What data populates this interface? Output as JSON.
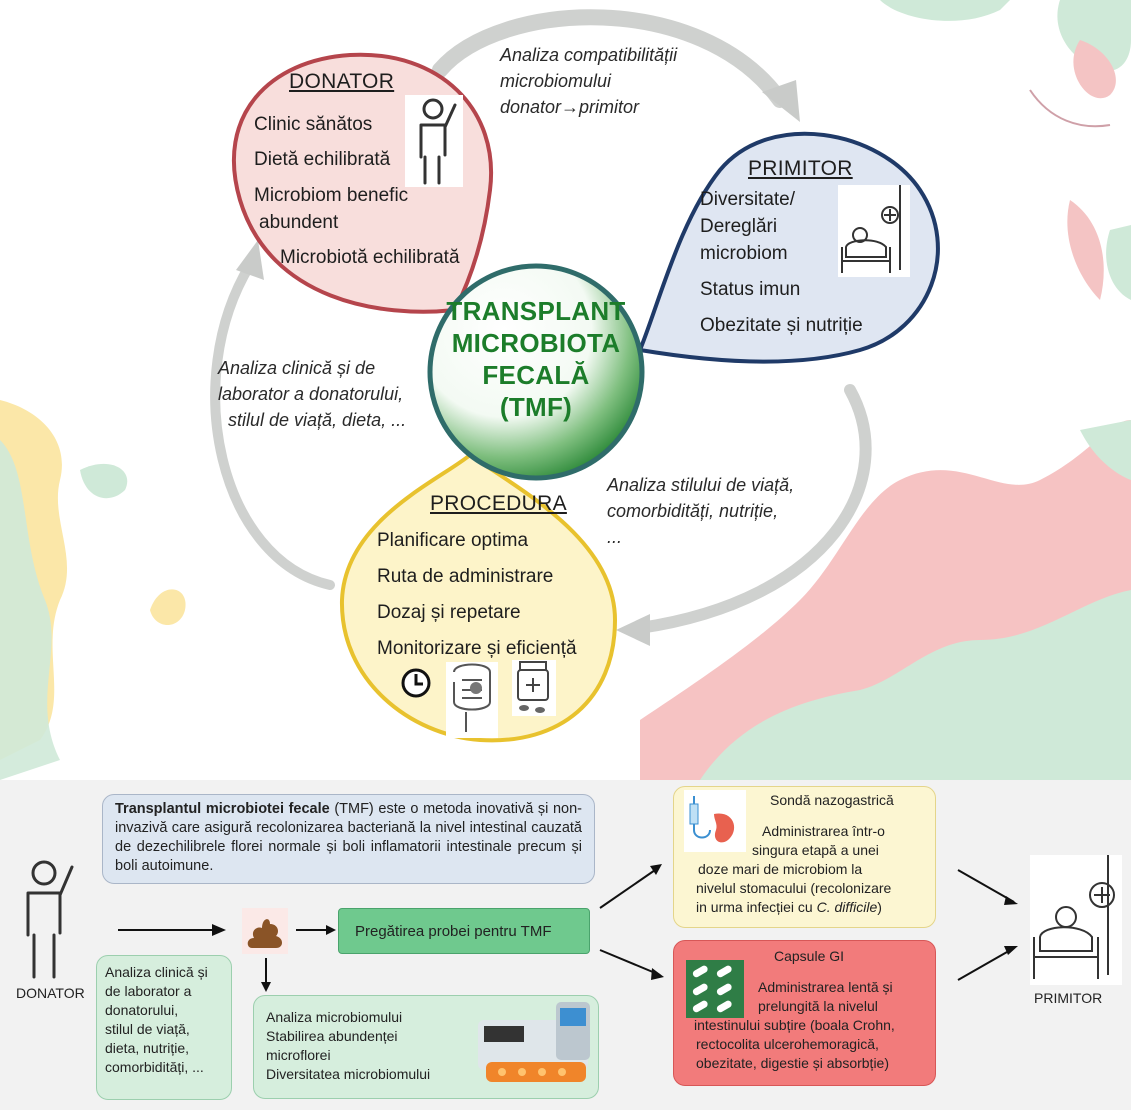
{
  "colors": {
    "donor": "#b5454c",
    "recipient": "#1f3a68",
    "procedure": "#e8c22e",
    "center_ring": "#2f6c6a",
    "center_text": "#1c7d2a",
    "deco_green": "#cfe9d8",
    "deco_pink": "#f6c3c3",
    "deco_yellow": "#fbe7a8"
  },
  "top": {
    "donor": {
      "title": "DONATOR",
      "items": [
        "Clinic sănătos",
        "Dietă echilibrată",
        "Microbiom benefic",
        "abundent",
        "Microbiotă echilibrată"
      ],
      "icon": "person-icon"
    },
    "recipient": {
      "title": "PRIMITOR",
      "items": [
        "Diversitate/",
        "Dereglări",
        "microbiom",
        "Status imun",
        "Obezitate și nutriție"
      ],
      "icon": "hospital-bed-icon"
    },
    "procedure": {
      "title": "PROCEDURA",
      "items": [
        "Planificare optima",
        "Ruta de administrare",
        "Dozaj și repetare",
        "Monitorizare și eficiență"
      ],
      "icons": [
        "clock-icon",
        "intestine-icon",
        "pill-bottle-icon"
      ]
    },
    "center": {
      "lines": [
        "TRANSPLANT",
        "MICROBIOTA",
        "FECALĂ",
        "(TMF)"
      ]
    },
    "notes": {
      "compat": [
        "Analiza compatibilității",
        "microbiomului",
        "donator→primitor"
      ],
      "clinical": [
        "Analiza clinică și de",
        "laborator a donatorului,",
        "stilul de viață, dieta, ..."
      ],
      "lifestyle": [
        "Analiza stilului de viață,",
        "comorbidități, nutriție,",
        "..."
      ]
    }
  },
  "bottom": {
    "intro": {
      "bold": "Transplantul microbiotei fecale",
      "rest": " (TMF) este o metoda inovativă și non-invazivă care asigură recolonizarea bacteriană la nivel intestinal cauzată de dezechilibrele florei normale și boli inflamatorii intestinale precum și boli autoimune."
    },
    "donor_label": "DONATOR",
    "recipient_label": "PRIMITOR",
    "prep": "Pregătirea probei pentru TMF",
    "clinical_box": [
      "Analiza clinică și",
      "de laborator a",
      "donatorului,",
      "stilul de viață,",
      "dieta, nutriție,",
      "comorbidități, ..."
    ],
    "microbiome_box": [
      "Analiza microbiomului",
      "Stabilirea abundenței",
      "microflorei",
      "Diversitatea microbiomului"
    ],
    "nasogastric": {
      "title": "Sondă nazogastrică",
      "lines": [
        "Administrarea într-o",
        "singura etapă a unei",
        "doze mari de microbiom la",
        "nivelul stomacului (recolonizare"
      ],
      "last_prefix": "in urma infecției cu ",
      "last_italic": "C. difficile",
      "last_suffix": ")"
    },
    "capsules": {
      "title": "Capsule GI",
      "lines": [
        "Administrarea lentă și",
        "prelungită la nivelul",
        "intestinului subțire (boala Crohn,",
        "rectocolita ulcerohemoragică,",
        "obezitate, digestie și absorbție)"
      ]
    }
  }
}
